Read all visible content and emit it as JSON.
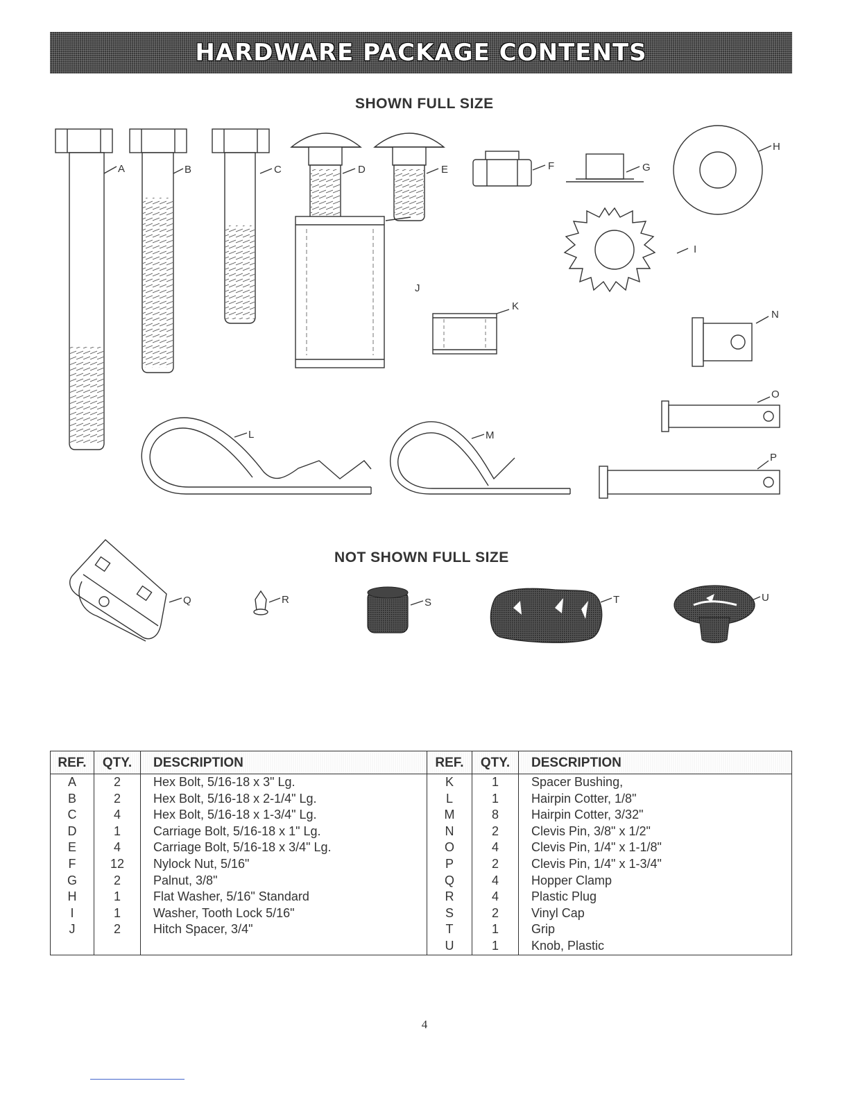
{
  "banner": {
    "title": "HARDWARE PACKAGE CONTENTS"
  },
  "sections": {
    "shown": "SHOWN FULL SIZE",
    "not_shown": "NOT SHOWN FULL SIZE"
  },
  "callouts": {
    "A": "A",
    "B": "B",
    "C": "C",
    "D": "D",
    "E": "E",
    "F": "F",
    "G": "G",
    "H": "H",
    "I": "I",
    "J": "J",
    "K": "K",
    "L": "L",
    "M": "M",
    "N": "N",
    "O": "O",
    "P": "P",
    "Q": "Q",
    "R": "R",
    "S": "S",
    "T": "T",
    "U": "U"
  },
  "table": {
    "headers": {
      "ref": "REF.",
      "qty": "QTY.",
      "desc": "DESCRIPTION",
      "ref2": "REF.",
      "qty2": "QTY.",
      "desc2": "DESCRIPTION"
    },
    "rows": [
      {
        "ref": "A",
        "qty": "2",
        "desc": "Hex Bolt, 5/16-18 x 3\" Lg.",
        "ref2": "K",
        "qty2": "1",
        "desc2": "Spacer Bushing,"
      },
      {
        "ref": "B",
        "qty": "2",
        "desc": "Hex Bolt, 5/16-18 x 2-1/4\" Lg.",
        "ref2": "L",
        "qty2": "1",
        "desc2": "Hairpin Cotter, 1/8\""
      },
      {
        "ref": "C",
        "qty": "4",
        "desc": "Hex Bolt, 5/16-18 x 1-3/4\" Lg.",
        "ref2": "M",
        "qty2": "8",
        "desc2": "Hairpin Cotter, 3/32\""
      },
      {
        "ref": "D",
        "qty": "1",
        "desc": "Carriage Bolt, 5/16-18 x 1\" Lg.",
        "ref2": "N",
        "qty2": "2",
        "desc2": "Clevis Pin, 3/8\" x 1/2\""
      },
      {
        "ref": "E",
        "qty": "4",
        "desc": "Carriage Bolt, 5/16-18 x 3/4\" Lg.",
        "ref2": "O",
        "qty2": "4",
        "desc2": "Clevis Pin, 1/4\" x 1-1/8\""
      },
      {
        "ref": "F",
        "qty": "12",
        "desc": "Nylock Nut, 5/16\"",
        "ref2": "P",
        "qty2": "2",
        "desc2": "Clevis Pin, 1/4\" x 1-3/4\""
      },
      {
        "ref": "G",
        "qty": "2",
        "desc": "Palnut, 3/8\"",
        "ref2": "Q",
        "qty2": "4",
        "desc2": "Hopper Clamp"
      },
      {
        "ref": "H",
        "qty": "1",
        "desc": "Flat Washer, 5/16\" Standard",
        "ref2": "R",
        "qty2": "4",
        "desc2": "Plastic Plug"
      },
      {
        "ref": "I",
        "qty": "1",
        "desc": "Washer, Tooth Lock  5/16\"",
        "ref2": "S",
        "qty2": "2",
        "desc2": "Vinyl Cap"
      },
      {
        "ref": "J",
        "qty": "2",
        "desc": "Hitch Spacer, 3/4\"",
        "ref2": "T",
        "qty2": "1",
        "desc2": "Grip"
      },
      {
        "ref": "",
        "qty": "",
        "desc": "",
        "ref2": "U",
        "qty2": "1",
        "desc2": "Knob, Plastic"
      }
    ]
  },
  "page_number": "4"
}
